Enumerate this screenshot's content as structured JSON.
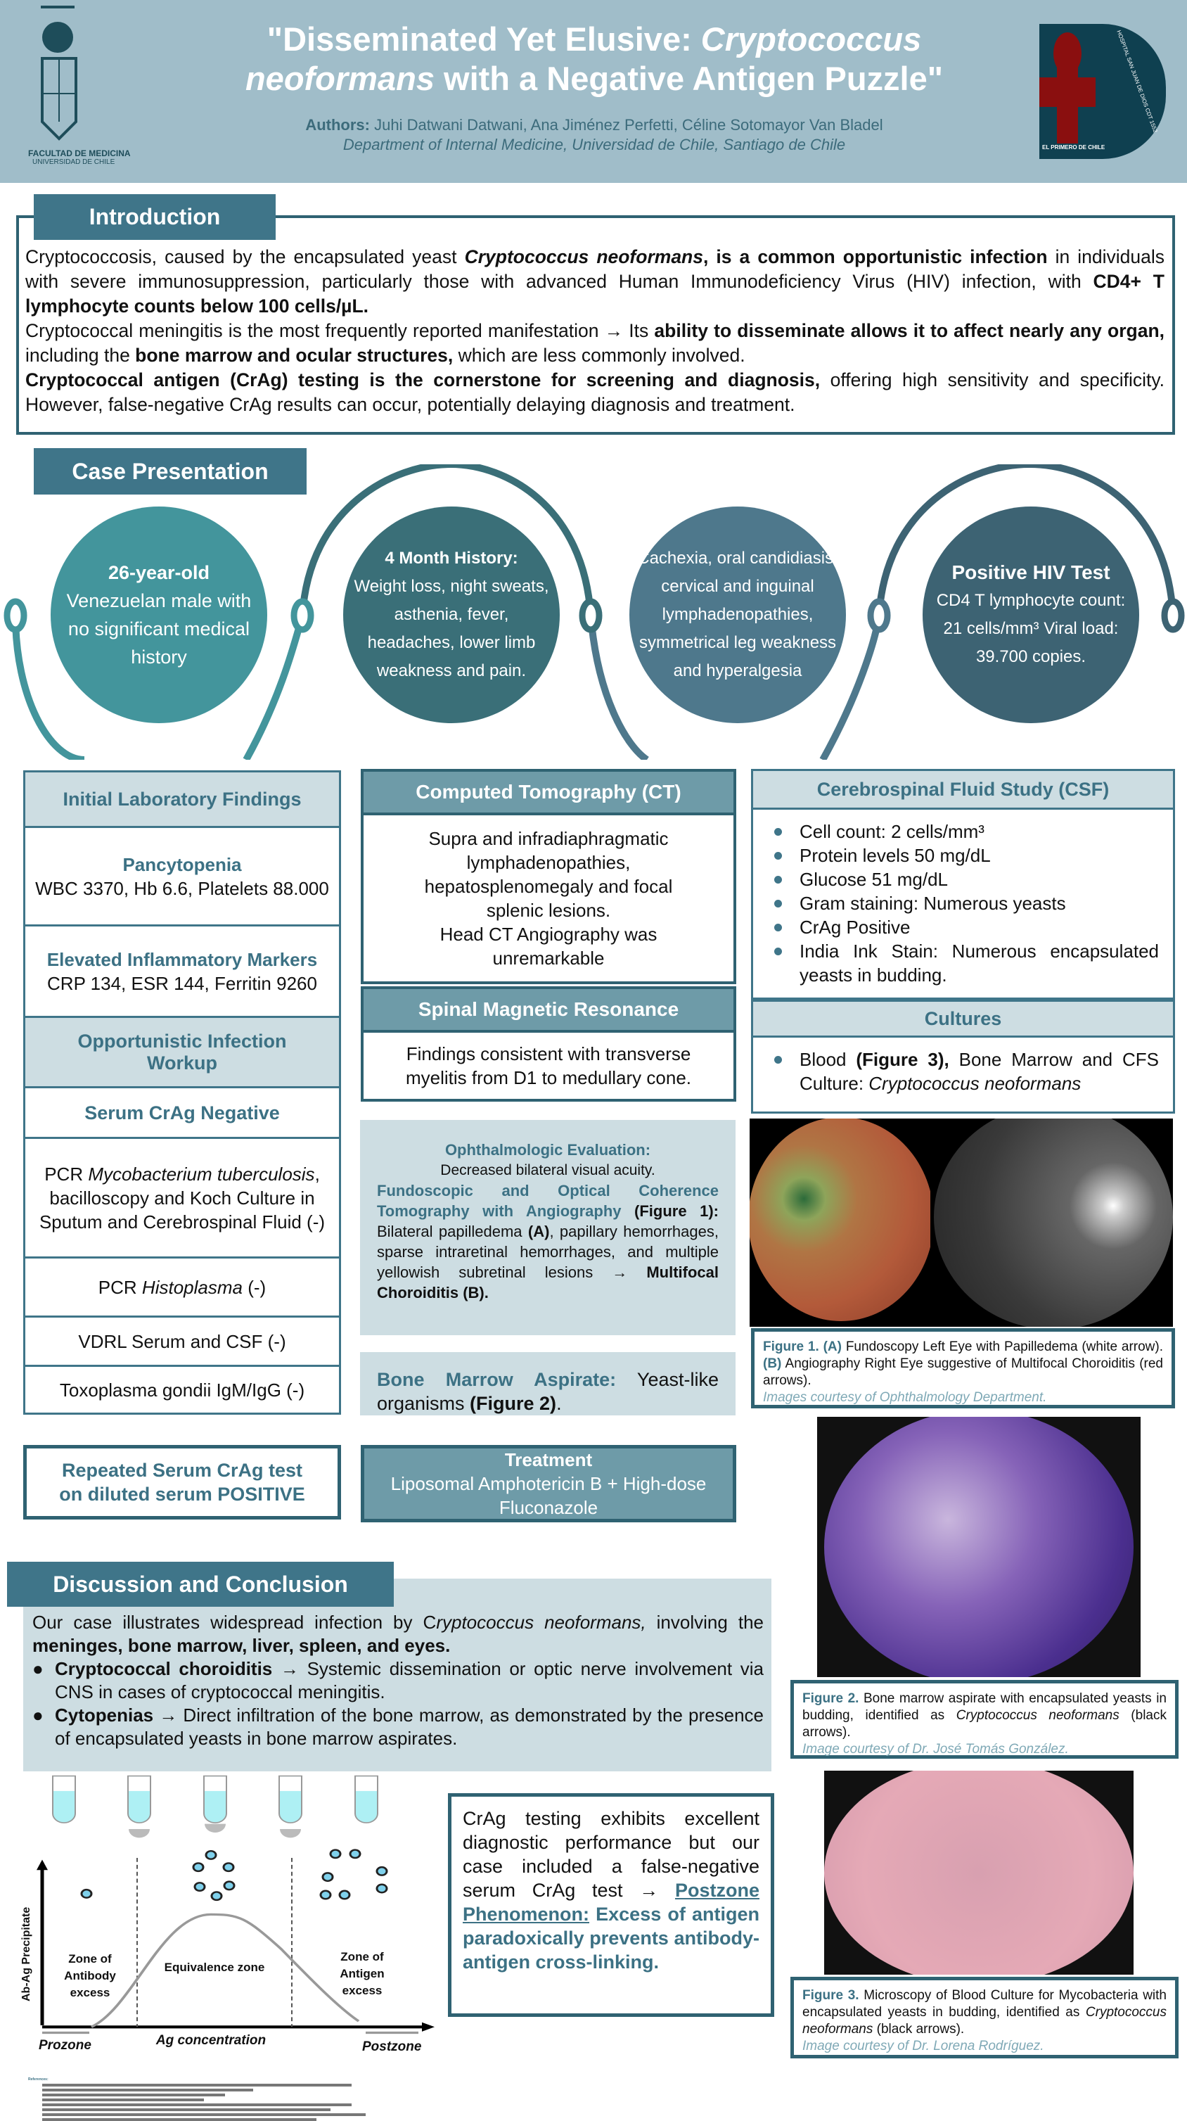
{
  "header": {
    "title_1": "\"Disseminated Yet Elusive: ",
    "title_italic": "Cryptococcus neoformans",
    "title_2": " with a Negative Antigen Puzzle\"",
    "authors_label": "Authors:",
    "authors": " Juhi Datwani Datwani, Ana Jiménez Perfetti, Céline Sotomayor Van Bladel",
    "department": "Department of Internal Medicine, Universidad de Chile, Santiago de Chile",
    "logo_left_line1": "FACULTAD DE MEDICINA",
    "logo_left_line2": "UNIVERSIDAD DE CHILE",
    "logo_right_ring": "HOSPITAL SAN JUAN DE DIOS CDT 1552",
    "logo_right_bottom": "EL PRIMERO DE CHILE"
  },
  "introduction": {
    "title": "Introduction",
    "segments": [
      {
        "t": "Cryptococcosis, caused by the encapsulated yeast "
      },
      {
        "t": "Cryptococcus neoformans",
        "s": "b i"
      },
      {
        "t": ", is a common opportunistic infection",
        "s": "b"
      },
      {
        "t": " in individuals with severe immunosuppression, particularly those with advanced Human Immunodeficiency Virus (HIV) infection, with "
      },
      {
        "t": "CD4+ T lymphocyte counts below 100 cells/µL.",
        "s": "b"
      },
      {
        "br": true
      },
      {
        "t": "Cryptococcal meningitis is the most frequently reported manifestation → Its "
      },
      {
        "t": "ability to disseminate allows it to affect nearly any organ,",
        "s": "b"
      },
      {
        "t": "  including the "
      },
      {
        "t": "bone marrow and ocular structures,",
        "s": "b"
      },
      {
        "t": " which are less commonly involved."
      },
      {
        "br": true
      },
      {
        "t": "Cryptococcal antigen (CrAg) testing is the cornerstone for screening and diagnosis,",
        "s": "b"
      },
      {
        "t": " offering high sensitivity and specificity. However, false-negative CrAg results can occur, potentially delaying diagnosis and treatment."
      }
    ]
  },
  "case": {
    "title": "Case Presentation",
    "circles": [
      {
        "heading": "26-year-old",
        "text": "Venezuelan male with no significant medical history",
        "color": "#43959c"
      },
      {
        "heading": "4 Month History:",
        "text": "Weight loss, night sweats, asthenia, fever, headaches, lower limb weakness and pain.",
        "color": "#3a6f78"
      },
      {
        "heading": "",
        "text": "Cachexia, oral candidiasis, cervical and inguinal lymphadenopathies, symmetrical leg weakness and hyperalgesia",
        "color": "#4e788c"
      },
      {
        "heading": "Positive HIV Test",
        "text": "CD4 T lymphocyte count:  21 cells/mm³ Viral load:  39.700 copies.",
        "color": "#3d6373"
      }
    ]
  },
  "labs": {
    "title": "Initial Laboratory Findings",
    "pancytopenia_title": "Pancytopenia",
    "pancytopenia_text": "WBC 3370, Hb 6.6, Platelets 88.000",
    "inflammatory_title": "Elevated Inflammatory Markers",
    "inflammatory_text": "CRP 134, ESR 144, Ferritin 9260",
    "opportunistic_title": "Opportunistic Infection Workup",
    "crag_negative": "Serum CrAg Negative",
    "pcr_myco": [
      {
        "t": "PCR "
      },
      {
        "t": "Mycobacterium tuberculosis",
        "s": "i"
      },
      {
        "t": ", bacilloscopy and Koch Culture in Sputum and Cerebrospinal Fluid (-)"
      }
    ],
    "pcr_histo": [
      {
        "t": "PCR "
      },
      {
        "t": "Histoplasma",
        "s": "i"
      },
      {
        "t": " (-)"
      }
    ],
    "vdrl": "VDRL Serum and CSF (-)",
    "toxo": "Toxoplasma gondii IgM/IgG (-)",
    "repeated": "Repeated Serum CrAg test on diluted serum POSITIVE"
  },
  "ct": {
    "title": "Computed Tomography (CT)",
    "text": "Supra and infradiaphragmatic lymphadenopathies, hepatosplenomegaly and focal splenic lesions.",
    "text2": "Head CT Angiography was unremarkable"
  },
  "mri": {
    "title": "Spinal Magnetic Resonance",
    "text": "Findings consistent with transverse myelitis from D1 to medullary cone."
  },
  "ophthalmology": {
    "title": "Ophthalmologic Evaluation:",
    "line": "Decreased bilateral visual acuity.",
    "segments": [
      {
        "t": "Fundoscopic and Optical Coherence Tomography with Angiography",
        "s": "c"
      },
      {
        "t": " (Figure 1):",
        "s": "b"
      },
      {
        "t": " Bilateral papilledema "
      },
      {
        "t": "(A)",
        "s": "b"
      },
      {
        "t": ", papillary hemorrhages, sparse intraretinal hemorrhages, and multiple yellowish subretinal lesions → "
      },
      {
        "t": "Multifocal Choroiditis (B).",
        "s": "b"
      }
    ]
  },
  "bone_marrow": {
    "segments": [
      {
        "t": "Bone Marrow Aspirate:",
        "s": "c"
      },
      {
        "t": " Yeast-like organisms "
      },
      {
        "t": "(Figure 2)",
        "s": "b"
      },
      {
        "t": "."
      }
    ]
  },
  "treatment": {
    "title": "Treatment",
    "text": "Liposomal Amphotericin B + High-dose Fluconazole"
  },
  "csf": {
    "title": "Cerebrospinal Fluid Study (CSF)",
    "items": [
      "Cell count: 2 cells/mm³",
      "Protein levels 50 mg/dL",
      "Glucose 51 mg/dL",
      "Gram staining: Numerous yeasts",
      "CrAg Positive",
      "India Ink Stain: Numerous encapsulated yeasts in budding."
    ]
  },
  "cultures": {
    "title": "Cultures",
    "segments": [
      {
        "t": "Blood "
      },
      {
        "t": "(Figure 3),",
        "s": "b"
      },
      {
        "t": "  Bone Marrow and CFS Culture: "
      },
      {
        "t": "Cryptococcus neoformans",
        "s": "i"
      }
    ]
  },
  "figures": [
    {
      "segments": [
        {
          "t": "Figure 1. (A)",
          "s": "fl"
        },
        {
          "t": " Fundoscopy Left Eye with Papilledema (white arrow). "
        },
        {
          "t": "(B)",
          "s": "fl"
        },
        {
          "t": " Angiography Right Eye suggestive of Multifocal Choroiditis (red arrows)."
        }
      ],
      "credit": "Images courtesy of Ophthalmology Department."
    },
    {
      "segments": [
        {
          "t": "Figure 2.",
          "s": "fl"
        },
        {
          "t": " Bone marrow aspirate with encapsulated yeasts in budding, identified as "
        },
        {
          "t": "Cryptococcus neoformans",
          "s": "i"
        },
        {
          "t": " (black arrows)."
        }
      ],
      "credit": "Image courtesy of Dr. José Tomás González."
    },
    {
      "segments": [
        {
          "t": "Figure 3.",
          "s": "fl"
        },
        {
          "t": " Microscopy of Blood Culture for Mycobacteria with encapsulated yeasts in budding, identified as "
        },
        {
          "t": "Cryptococcus neoformans",
          "s": "i"
        },
        {
          "t": " (black arrows)."
        }
      ],
      "credit": "Image courtesy of Dr. Lorena Rodríguez."
    }
  ],
  "discussion": {
    "title": "Discussion and Conclusion",
    "intro": [
      {
        "t": "Our case illustrates widespread infection by C"
      },
      {
        "t": "ryptococcus neoformans,",
        "s": "i"
      },
      {
        "t": " involving the "
      },
      {
        "t": "meninges, bone marrow, liver, spleen, and eyes.",
        "s": "b"
      }
    ],
    "bullets": [
      [
        {
          "t": "Cryptococcal choroiditis",
          "s": "b"
        },
        {
          "t": " → Systemic dissemination or optic nerve involvement via CNS  in cases of cryptococcal meningitis."
        }
      ],
      [
        {
          "t": "Cytopenias",
          "s": "b"
        },
        {
          "t": " → Direct infiltration of the bone marrow, as demonstrated by the presence of encapsulated yeasts in bone marrow aspirates."
        }
      ]
    ]
  },
  "postzone": {
    "segments": [
      {
        "t": "CrAg testing exhibits excellent diagnostic performance but our case included a false-negative serum CrAg test → "
      },
      {
        "t": "Postzone Phenomenon:",
        "s": "c u"
      },
      {
        "t": " Excess of antigen paradoxically prevents antibody-antigen cross-linking.",
        "s": "c"
      }
    ]
  },
  "diagram": {
    "y_label": "Ab-Ag Precipitate",
    "x_label": "Ag concentration",
    "zone1": [
      "Zone of",
      "Antibody",
      "excess"
    ],
    "zone2": "Equivalence zone",
    "zone3": [
      "Zone of",
      "Antigen",
      "excess"
    ],
    "prozone": "Prozone",
    "postzone": "Postzone"
  },
  "references": {
    "title": "References:"
  }
}
